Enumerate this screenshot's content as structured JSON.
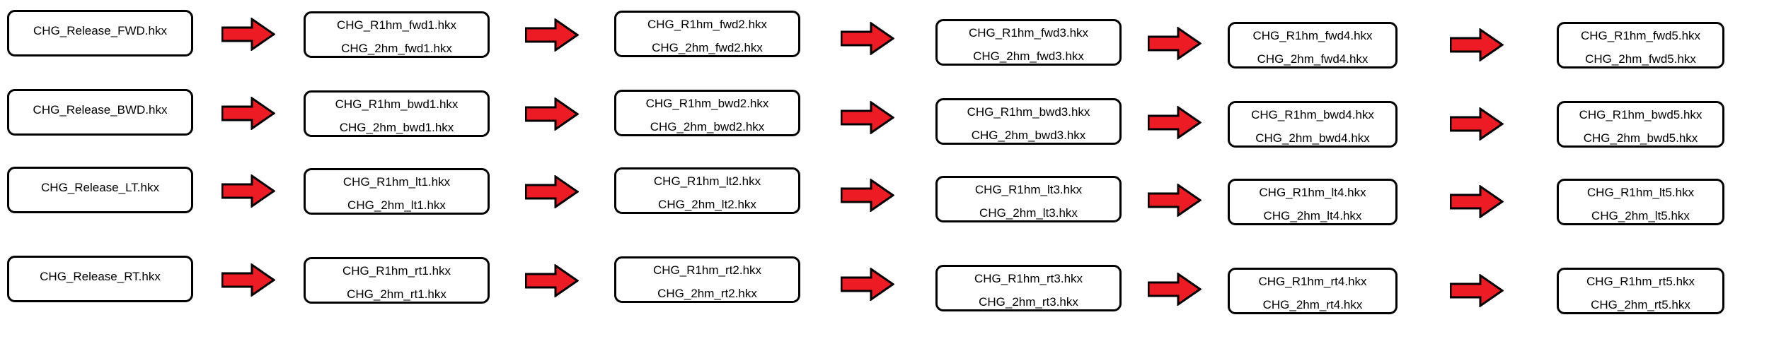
{
  "diagram": {
    "description_hint": "file conversion flow, 4 rows x 5 steps",
    "colors": {
      "arrow_fill": "#ED1C24",
      "arrow_outline": "#000000",
      "box_border": "#000000",
      "box_fill": "#ffffff",
      "text": "#000000"
    },
    "icons": {
      "arrow": "arrow-right-icon"
    }
  },
  "rows": [
    {
      "source": "CHG_Release_FWD.hkx",
      "steps": [
        {
          "line1": "CHG_R1hm_fwd1.hkx",
          "line2": "CHG_2hm_fwd1.hkx"
        },
        {
          "line1": "CHG_R1hm_fwd2.hkx",
          "line2": "CHG_2hm_fwd2.hkx"
        },
        {
          "line1": "CHG_R1hm_fwd3.hkx",
          "line2": "CHG_2hm_fwd3.hkx"
        },
        {
          "line1": "CHG_R1hm_fwd4.hkx",
          "line2": "CHG_2hm_fwd4.hkx"
        },
        {
          "line1": "CHG_R1hm_fwd5.hkx",
          "line2": "CHG_2hm_fwd5.hkx"
        }
      ]
    },
    {
      "source": "CHG_Release_BWD.hkx",
      "steps": [
        {
          "line1": "CHG_R1hm_bwd1.hkx",
          "line2": "CHG_2hm_bwd1.hkx"
        },
        {
          "line1": "CHG_R1hm_bwd2.hkx",
          "line2": "CHG_2hm_bwd2.hkx"
        },
        {
          "line1": "CHG_R1hm_bwd3.hkx",
          "line2": "CHG_2hm_bwd3.hkx"
        },
        {
          "line1": "CHG_R1hm_bwd4.hkx",
          "line2": "CHG_2hm_bwd4.hkx"
        },
        {
          "line1": "CHG_R1hm_bwd5.hkx",
          "line2": "CHG_2hm_bwd5.hkx"
        }
      ]
    },
    {
      "source": "CHG_Release_LT.hkx",
      "steps": [
        {
          "line1": "CHG_R1hm_lt1.hkx",
          "line2": "CHG_2hm_lt1.hkx"
        },
        {
          "line1": "CHG_R1hm_lt2.hkx",
          "line2": "CHG_2hm_lt2.hkx"
        },
        {
          "line1": "CHG_R1hm_lt3.hkx",
          "line2": "CHG_2hm_lt3.hkx"
        },
        {
          "line1": "CHG_R1hm_lt4.hkx",
          "line2": "CHG_2hm_lt4.hkx"
        },
        {
          "line1": "CHG_R1hm_lt5.hkx",
          "line2": "CHG_2hm_lt5.hkx"
        }
      ]
    },
    {
      "source": "CHG_Release_RT.hkx",
      "steps": [
        {
          "line1": "CHG_R1hm_rt1.hkx",
          "line2": "CHG_2hm_rt1.hkx"
        },
        {
          "line1": "CHG_R1hm_rt2.hkx",
          "line2": "CHG_2hm_rt2.hkx"
        },
        {
          "line1": "CHG_R1hm_rt3.hkx",
          "line2": "CHG_2hm_rt3.hkx"
        },
        {
          "line1": "CHG_R1hm_rt4.hkx",
          "line2": "CHG_2hm_rt4.hkx"
        },
        {
          "line1": "CHG_R1hm_rt5.hkx",
          "line2": "CHG_2hm_rt5.hkx"
        }
      ]
    }
  ]
}
